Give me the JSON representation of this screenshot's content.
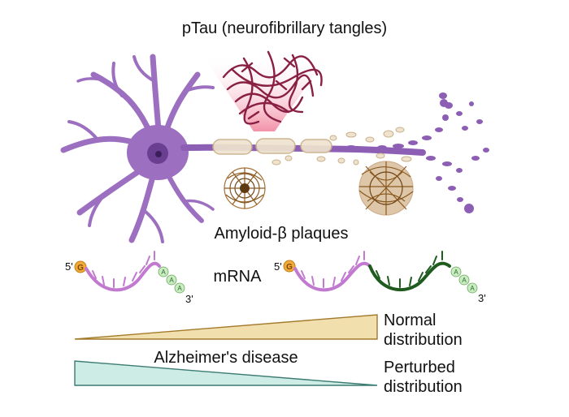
{
  "title": "pTau (neurofibrillary tangles)",
  "plaques_label": "Amyloid-β plaques",
  "mrna_label": "mRNA",
  "mrna_left": {
    "five_prime": "5'",
    "cap": "G",
    "polyA": [
      "A",
      "A",
      "A"
    ],
    "three_prime": "3'"
  },
  "mrna_right": {
    "five_prime": "5'",
    "cap": "G",
    "polyA": [
      "A",
      "A",
      "A"
    ],
    "three_prime": "3'"
  },
  "normal_label": [
    "Normal",
    "distribution"
  ],
  "perturbed_label": [
    "Perturbed",
    "distribution"
  ],
  "disease_label": "Alzheimer's disease",
  "colors": {
    "neuron": "#9c6fc0",
    "neuron_dark": "#7e4fa5",
    "nucleus": "#6a3f91",
    "tangle": "#8a1f44",
    "tangle_glow": "#f2a3b4",
    "plaque": "#8b5a22",
    "mrna_purple": "#c27ad0",
    "mrna_green": "#1f5a1f",
    "cap": "#f2a93b",
    "polyA": "#c9ecc0",
    "normal_fill": "#f1dfae",
    "normal_stroke": "#a37a2c",
    "perturbed_fill": "#cdece6",
    "perturbed_stroke": "#3b7b72"
  }
}
